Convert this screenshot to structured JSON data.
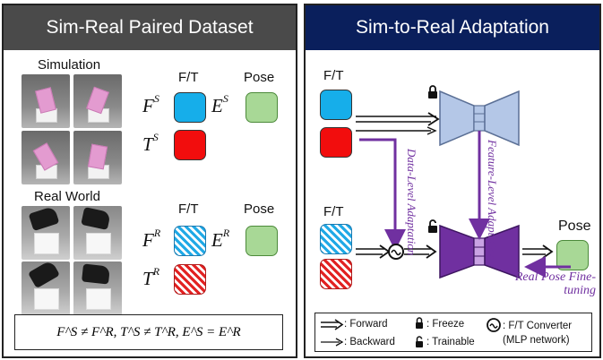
{
  "left": {
    "title": "Sim-Real Paired Dataset",
    "simulation_label": "Simulation",
    "real_label": "Real World",
    "ft_label": "F/T",
    "pose_label": "Pose",
    "sim_symbols": {
      "F": "F",
      "F_sup": "S",
      "T": "T",
      "T_sup": "S",
      "E": "E",
      "E_sup": "S"
    },
    "real_symbols": {
      "F": "F",
      "F_sup": "R",
      "T": "T",
      "T_sup": "R",
      "E": "E",
      "E_sup": "R"
    },
    "formula": "F^S ≠ F^R, T^S ≠ T^R, E^S = E^R"
  },
  "right": {
    "title": "Sim-to-Real Adaptation",
    "ft_label_top": "F/T",
    "ft_label_bottom": "F/T",
    "pose_label": "Pose",
    "data_level": "Data-Level Adaptation",
    "feature_level": "Feature-Level Adaptation",
    "real_pose": "Real Pose Fine-tuning",
    "legend": {
      "forward": ": Forward",
      "backward": ": Backward",
      "freeze": ": Freeze",
      "trainable": ": Trainable",
      "converter": ": F/T Converter (MLP network)"
    }
  },
  "colors": {
    "sim_blue": "#16aeea",
    "sim_red": "#f20d0d",
    "pose_green": "#a8d896",
    "adapt_purple": "#7030a0",
    "encoder_light": "#b4c7e7"
  }
}
